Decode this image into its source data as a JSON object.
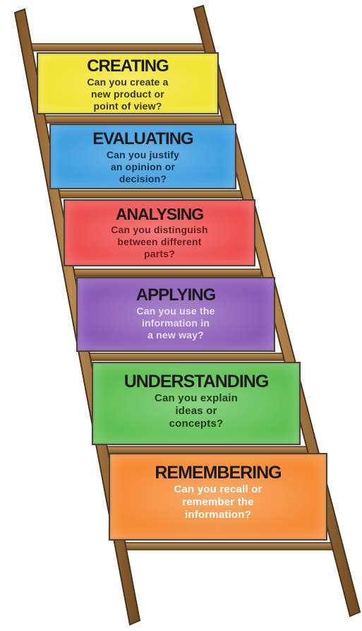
{
  "steps": [
    {
      "title": "CREATING",
      "question": "Can you create a\nnew product or\npoint of view?",
      "color": "#f2e431",
      "question_color": "#3a3320"
    },
    {
      "title": "EVALUATING",
      "question": "Can you justify\nan opinion or\ndecision?",
      "color": "#3d9ee0",
      "question_color": "#12304c"
    },
    {
      "title": "ANALYSING",
      "question": "Can you distinguish\nbetween different\nparts?",
      "color": "#ee4d4d",
      "question_color": "#6a1e1e"
    },
    {
      "title": "APPLYING",
      "question": "Can you use the\ninformation in\na new way?",
      "color": "#8a5bb8",
      "question_color": "#e8dcf4"
    },
    {
      "title": "UNDERSTANDING",
      "question": "Can you explain\nideas or\nconcepts?",
      "color": "#5fc054",
      "question_color": "#1d3d18"
    },
    {
      "title": "REMEMBERING",
      "question": "Can you recall or\nremember the\ninformation?",
      "color": "#f68b35",
      "question_color": "#ffffff"
    }
  ],
  "ladder": {
    "wood_color": "#a3743f",
    "wood_dark": "#5b3d1e"
  }
}
